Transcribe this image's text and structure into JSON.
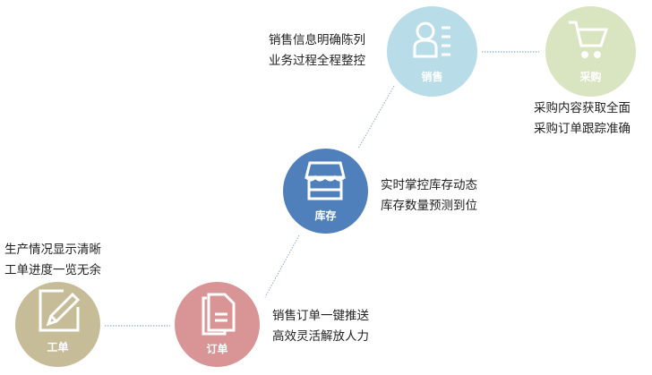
{
  "nodes": {
    "sales": {
      "label": "销售",
      "color": "#b8dde8",
      "lines": [
        "销售信息明确陈列",
        "业务过程全程整控"
      ],
      "icon": "user-list-icon"
    },
    "purchase": {
      "label": "采购",
      "color": "#d9e4c0",
      "lines": [
        "采购内容获取全面",
        "采购订单跟踪准确"
      ],
      "icon": "shopping-cart-icon"
    },
    "inventory": {
      "label": "库存",
      "color": "#4f80bb",
      "lines": [
        "实时掌控库存动态",
        "库存数量预测到位"
      ],
      "icon": "store-icon"
    },
    "order": {
      "label": "订单",
      "color": "#d99595",
      "lines": [
        "销售订单一键推送",
        "高效灵活解放人力"
      ],
      "icon": "documents-icon"
    },
    "workorder": {
      "label": "工单",
      "color": "#c6bd98",
      "lines": [
        "生产情况显示清晰",
        "工单进度一览无余"
      ],
      "icon": "edit-icon"
    }
  }
}
